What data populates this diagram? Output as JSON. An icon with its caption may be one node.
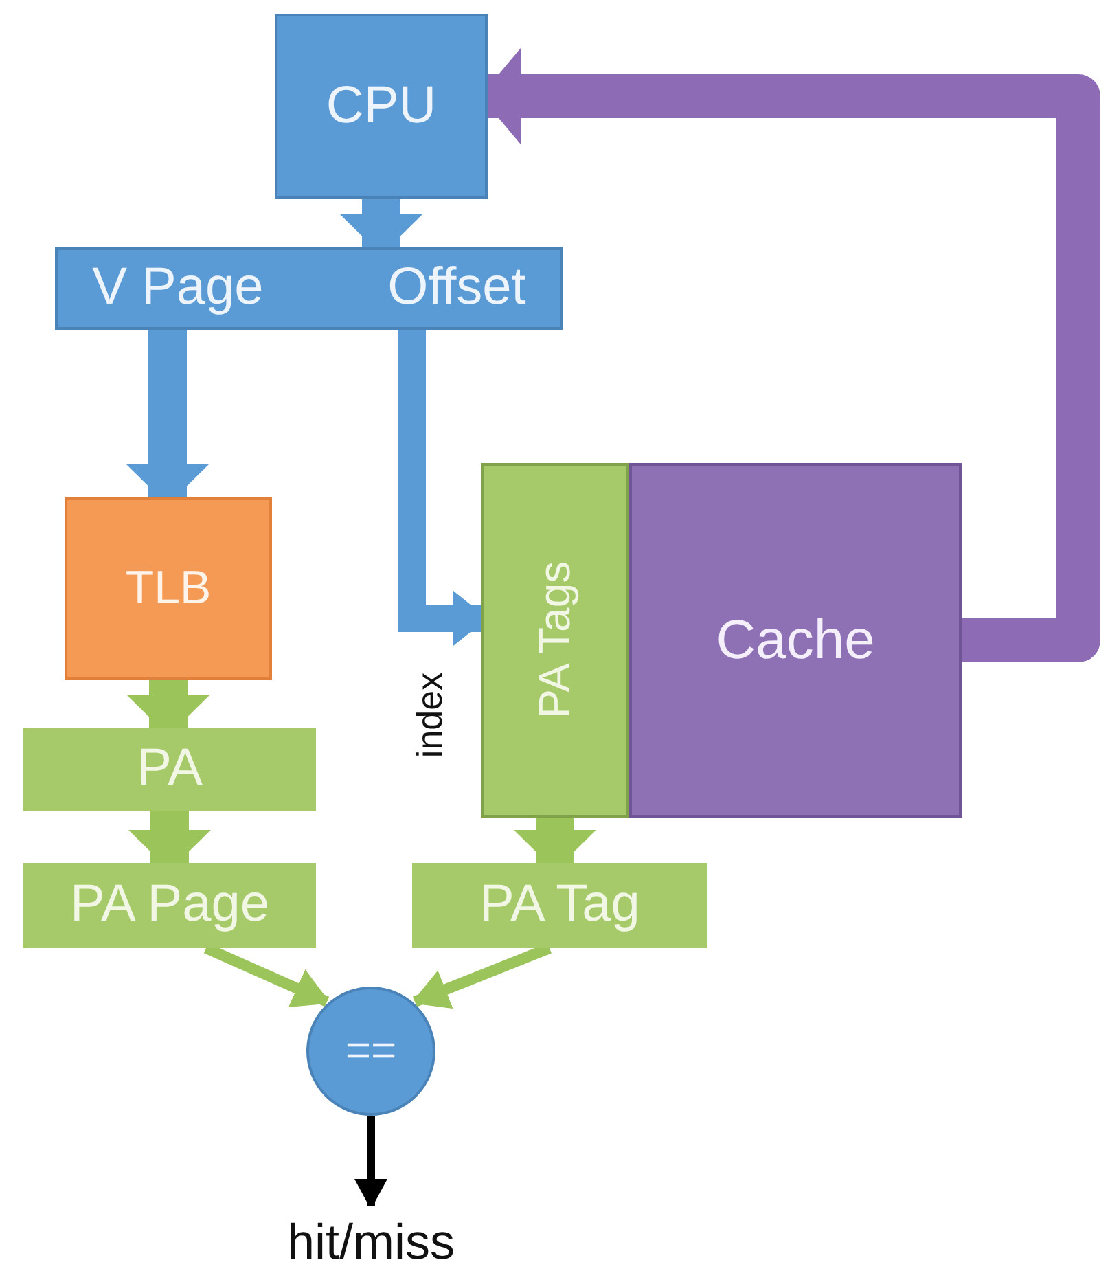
{
  "diagram": {
    "nodes": [
      {
        "text": [
          "CPU"
        ]
      },
      {
        "text": [
          "V Page",
          "Offset"
        ]
      },
      {
        "text": [
          "TLB"
        ]
      },
      {
        "text": [
          "PA"
        ]
      },
      {
        "text": [
          "PA Page"
        ]
      },
      {
        "text": [
          "PA Tags"
        ]
      },
      {
        "text": [
          "Cache"
        ]
      },
      {
        "text": [
          "PA Tag"
        ]
      },
      {
        "text": [
          "=="
        ]
      },
      {
        "text": [
          "hit/miss"
        ]
      }
    ],
    "edges": [
      {
        "from": 0,
        "to": 1,
        "arrow": "to",
        "color": "#5b9bd5"
      },
      {
        "from": 1,
        "to": 2,
        "arrow": "to",
        "color": "#5b9bd5"
      },
      {
        "from": 1,
        "to": 5,
        "arrow": "to",
        "label": "index",
        "color": "#5b9bd5"
      },
      {
        "from": 6,
        "to": 0,
        "arrow": "to",
        "color": "#8e6bb5"
      },
      {
        "from": 2,
        "to": 3,
        "arrow": "to"
      },
      {
        "from": 3,
        "to": 4,
        "arrow": "to"
      },
      {
        "from": 5,
        "to": 7,
        "arrow": "to"
      },
      {
        "from": 4,
        "to": 8,
        "arrow": "to"
      },
      {
        "from": 7,
        "to": 8,
        "arrow": "to"
      },
      {
        "from": 8,
        "to": 9,
        "arrow": "to",
        "color": "#000000"
      }
    ]
  }
}
